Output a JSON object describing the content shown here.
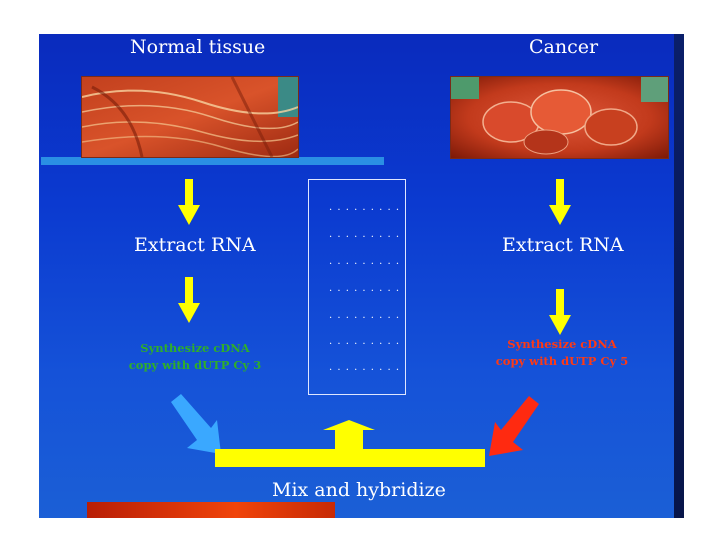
{
  "titles": {
    "left": "Normal tissue",
    "right": "Cancer"
  },
  "steps": {
    "extract_left": "Extract RNA",
    "extract_right": "Extract RNA",
    "synth_left": [
      "Synthesize cDNA",
      "copy with dUTP Cy 3"
    ],
    "synth_right": [
      "Synthesize cDNA",
      "copy with dUTP Cy 5"
    ],
    "mix": "Mix and hybridize"
  },
  "array_rows": [
    ". . . . . . . . .",
    ". . . . . . . . .",
    ". . . . . . . . .",
    ". . . . . . . . .",
    ". . . . . . . . .",
    ". . . . . . . . .",
    ". . . . . . . . ."
  ],
  "colors": {
    "background": "#0b3ad0",
    "arrow_yellow": "#ffff00",
    "cy3_arrow": "#3aa8ff",
    "cy5_arrow": "#ff2a10",
    "cy3_text": "#2fae2a",
    "cy5_text": "#ff3a14"
  },
  "icons": {
    "photo_normal": "normal-tissue-photo",
    "photo_cancer": "cancer-tissue-photo"
  }
}
